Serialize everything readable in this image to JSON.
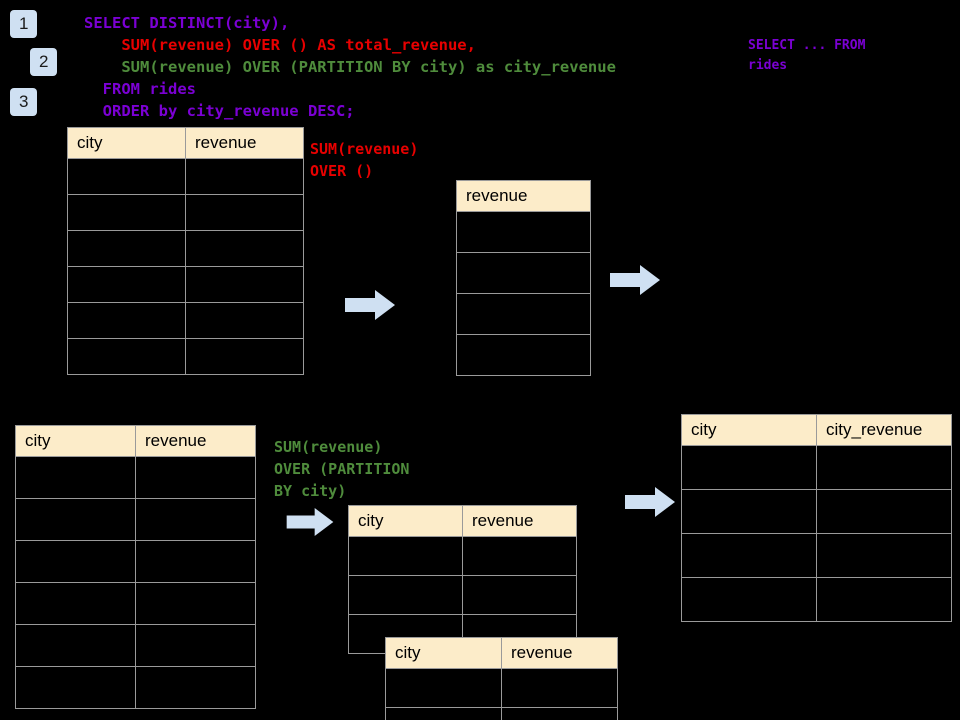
{
  "background": "#000000",
  "accent_header": "#fcecc9",
  "accent_badge": "#cfe0f2",
  "accent_arrow": "#cfe0f2",
  "colors": {
    "violet": "#7b00d4",
    "red": "#e80000",
    "green": "#4f8c3c",
    "grid": "#9a9a9a"
  },
  "badges": [
    {
      "label": "1"
    },
    {
      "label": "2"
    },
    {
      "label": "3"
    }
  ],
  "sql": {
    "line1": "SELECT DISTINCT(city),",
    "line2": "    SUM(revenue) OVER () AS total_revenue,",
    "line3": "    SUM(revenue) OVER (PARTITION BY city) as city_revenue",
    "line4": "  FROM rides",
    "line5": "  ORDER by city_revenue DESC;"
  },
  "side_note": "SELECT ... FROM\nrides",
  "annotations": {
    "total_revenue_label": "SUM(revenue)\nOVER ()",
    "city_revenue_label": "SUM(revenue)\nOVER (PARTITION\nBY city)"
  },
  "tables": {
    "source_top": {
      "name": "rides-source-table-top",
      "headers": [
        "city",
        "revenue"
      ],
      "body_rows": 6
    },
    "total_revenue": {
      "name": "total-revenue-table",
      "headers": [
        "revenue"
      ],
      "body_rows": 4
    },
    "source_bottom": {
      "name": "rides-source-table-bottom",
      "headers": [
        "city",
        "revenue"
      ],
      "body_rows": 6
    },
    "partition_back": {
      "name": "partition-group-table-back",
      "headers": [
        "city",
        "revenue"
      ],
      "body_rows": 3
    },
    "partition_front": {
      "name": "partition-group-table-front",
      "headers": [
        "city",
        "revenue"
      ],
      "body_rows": 2
    },
    "result": {
      "name": "result-table",
      "headers": [
        "city",
        "city_revenue"
      ],
      "body_rows": 4
    }
  },
  "arrows": [
    {
      "name": "arrow-source-to-total"
    },
    {
      "name": "arrow-total-to-result"
    },
    {
      "name": "arrow-source-to-partition"
    },
    {
      "name": "arrow-partition-to-result"
    }
  ]
}
